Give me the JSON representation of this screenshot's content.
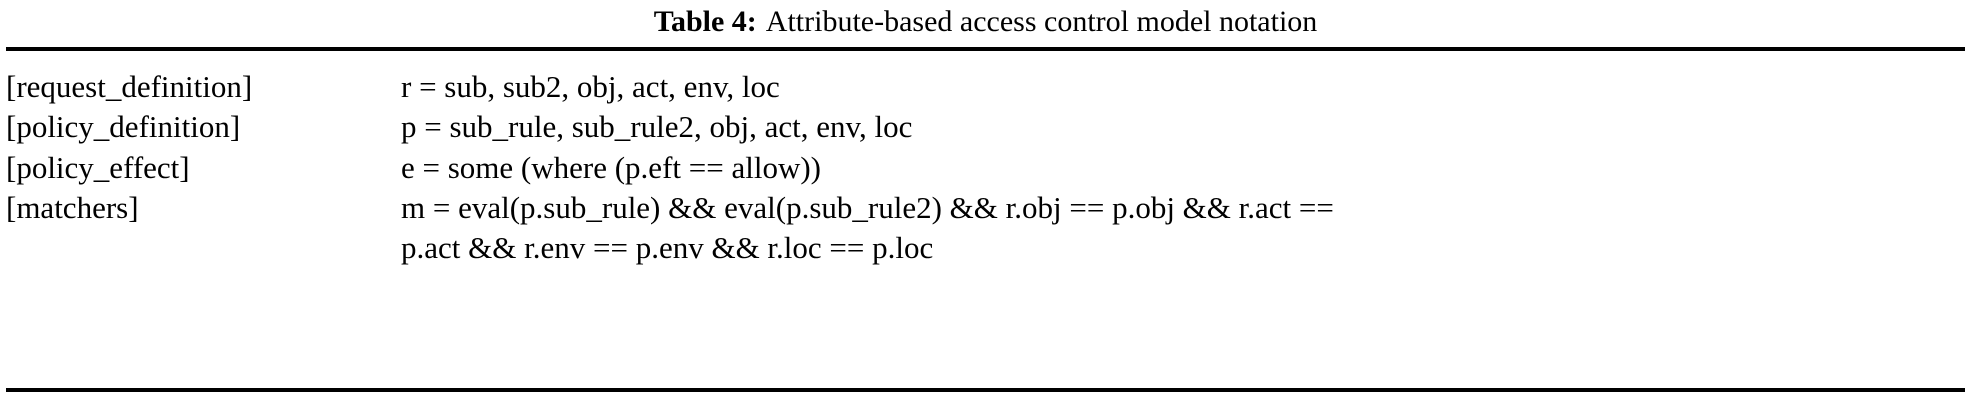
{
  "caption": {
    "label": "Table 4:",
    "text": "Attribute-based access control model notation"
  },
  "table": {
    "rows": [
      {
        "key": "[request_definition]",
        "lines": [
          "r = sub, sub2, obj, act, env, loc"
        ]
      },
      {
        "key": "[policy_definition]",
        "lines": [
          "p = sub_rule, sub_rule2, obj, act, env, loc"
        ]
      },
      {
        "key": "[policy_effect]",
        "lines": [
          "e = some (where (p.eft == allow))"
        ]
      },
      {
        "key": "[matchers]",
        "lines": [
          "m = eval(p.sub_rule) && eval(p.sub_rule2) && r.obj == p.obj && r.act ==",
          "p.act && r.env == p.env && r.loc == p.loc"
        ]
      }
    ]
  },
  "colors": {
    "text": "#000000",
    "background": "#ffffff",
    "rule": "#000000"
  }
}
